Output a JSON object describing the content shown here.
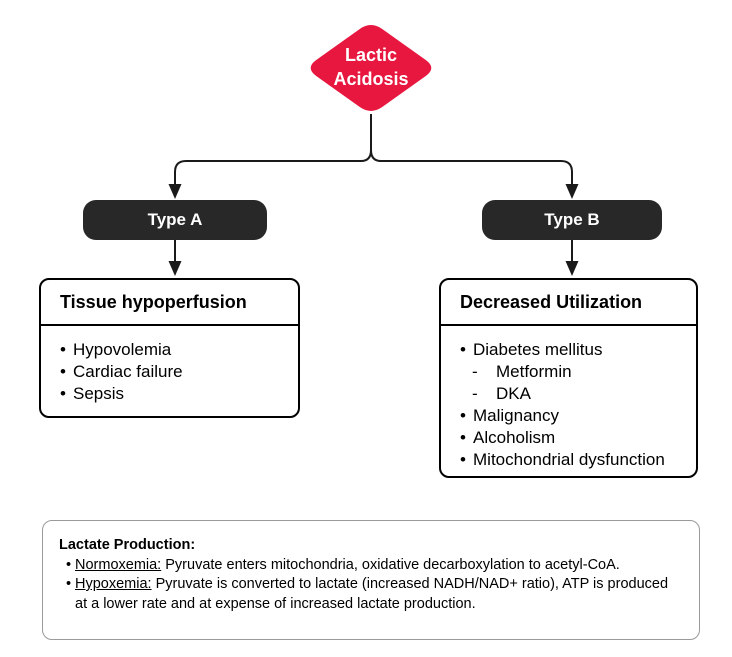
{
  "flowchart": {
    "root": {
      "label": "Lactic Acidosis"
    },
    "branches": [
      {
        "pill": "Type A",
        "card": {
          "title": "Tissue hypoperfusion",
          "items": [
            {
              "text": "Hypovolemia"
            },
            {
              "text": "Cardiac failure"
            },
            {
              "text": "Sepsis"
            }
          ]
        }
      },
      {
        "pill": "Type B",
        "card": {
          "title": "Decreased Utilization",
          "items": [
            {
              "text": "Diabetes mellitus",
              "sub": [
                "Metformin",
                "DKA"
              ]
            },
            {
              "text": "Malignancy"
            },
            {
              "text": "Alcoholism"
            },
            {
              "text": "Mitochondrial dysfunction"
            }
          ]
        }
      }
    ],
    "note": {
      "title": "Lactate Production:",
      "bullets": [
        {
          "term": "Normoxemia:",
          "text": "Pyruvate enters mitochondria, oxidative decarboxylation to acetyl-CoA."
        },
        {
          "term": "Hypoxemia:",
          "text": "Pyruvate is converted to lactate (increased NADH/NAD+ ratio), ATP is produced at a lower rate and at expense of increased lactate production."
        }
      ]
    },
    "colors": {
      "diamond": "#E8173F",
      "pill": "#282828",
      "connector": "#1a1a1a",
      "note_border": "#9a9a9a"
    }
  }
}
